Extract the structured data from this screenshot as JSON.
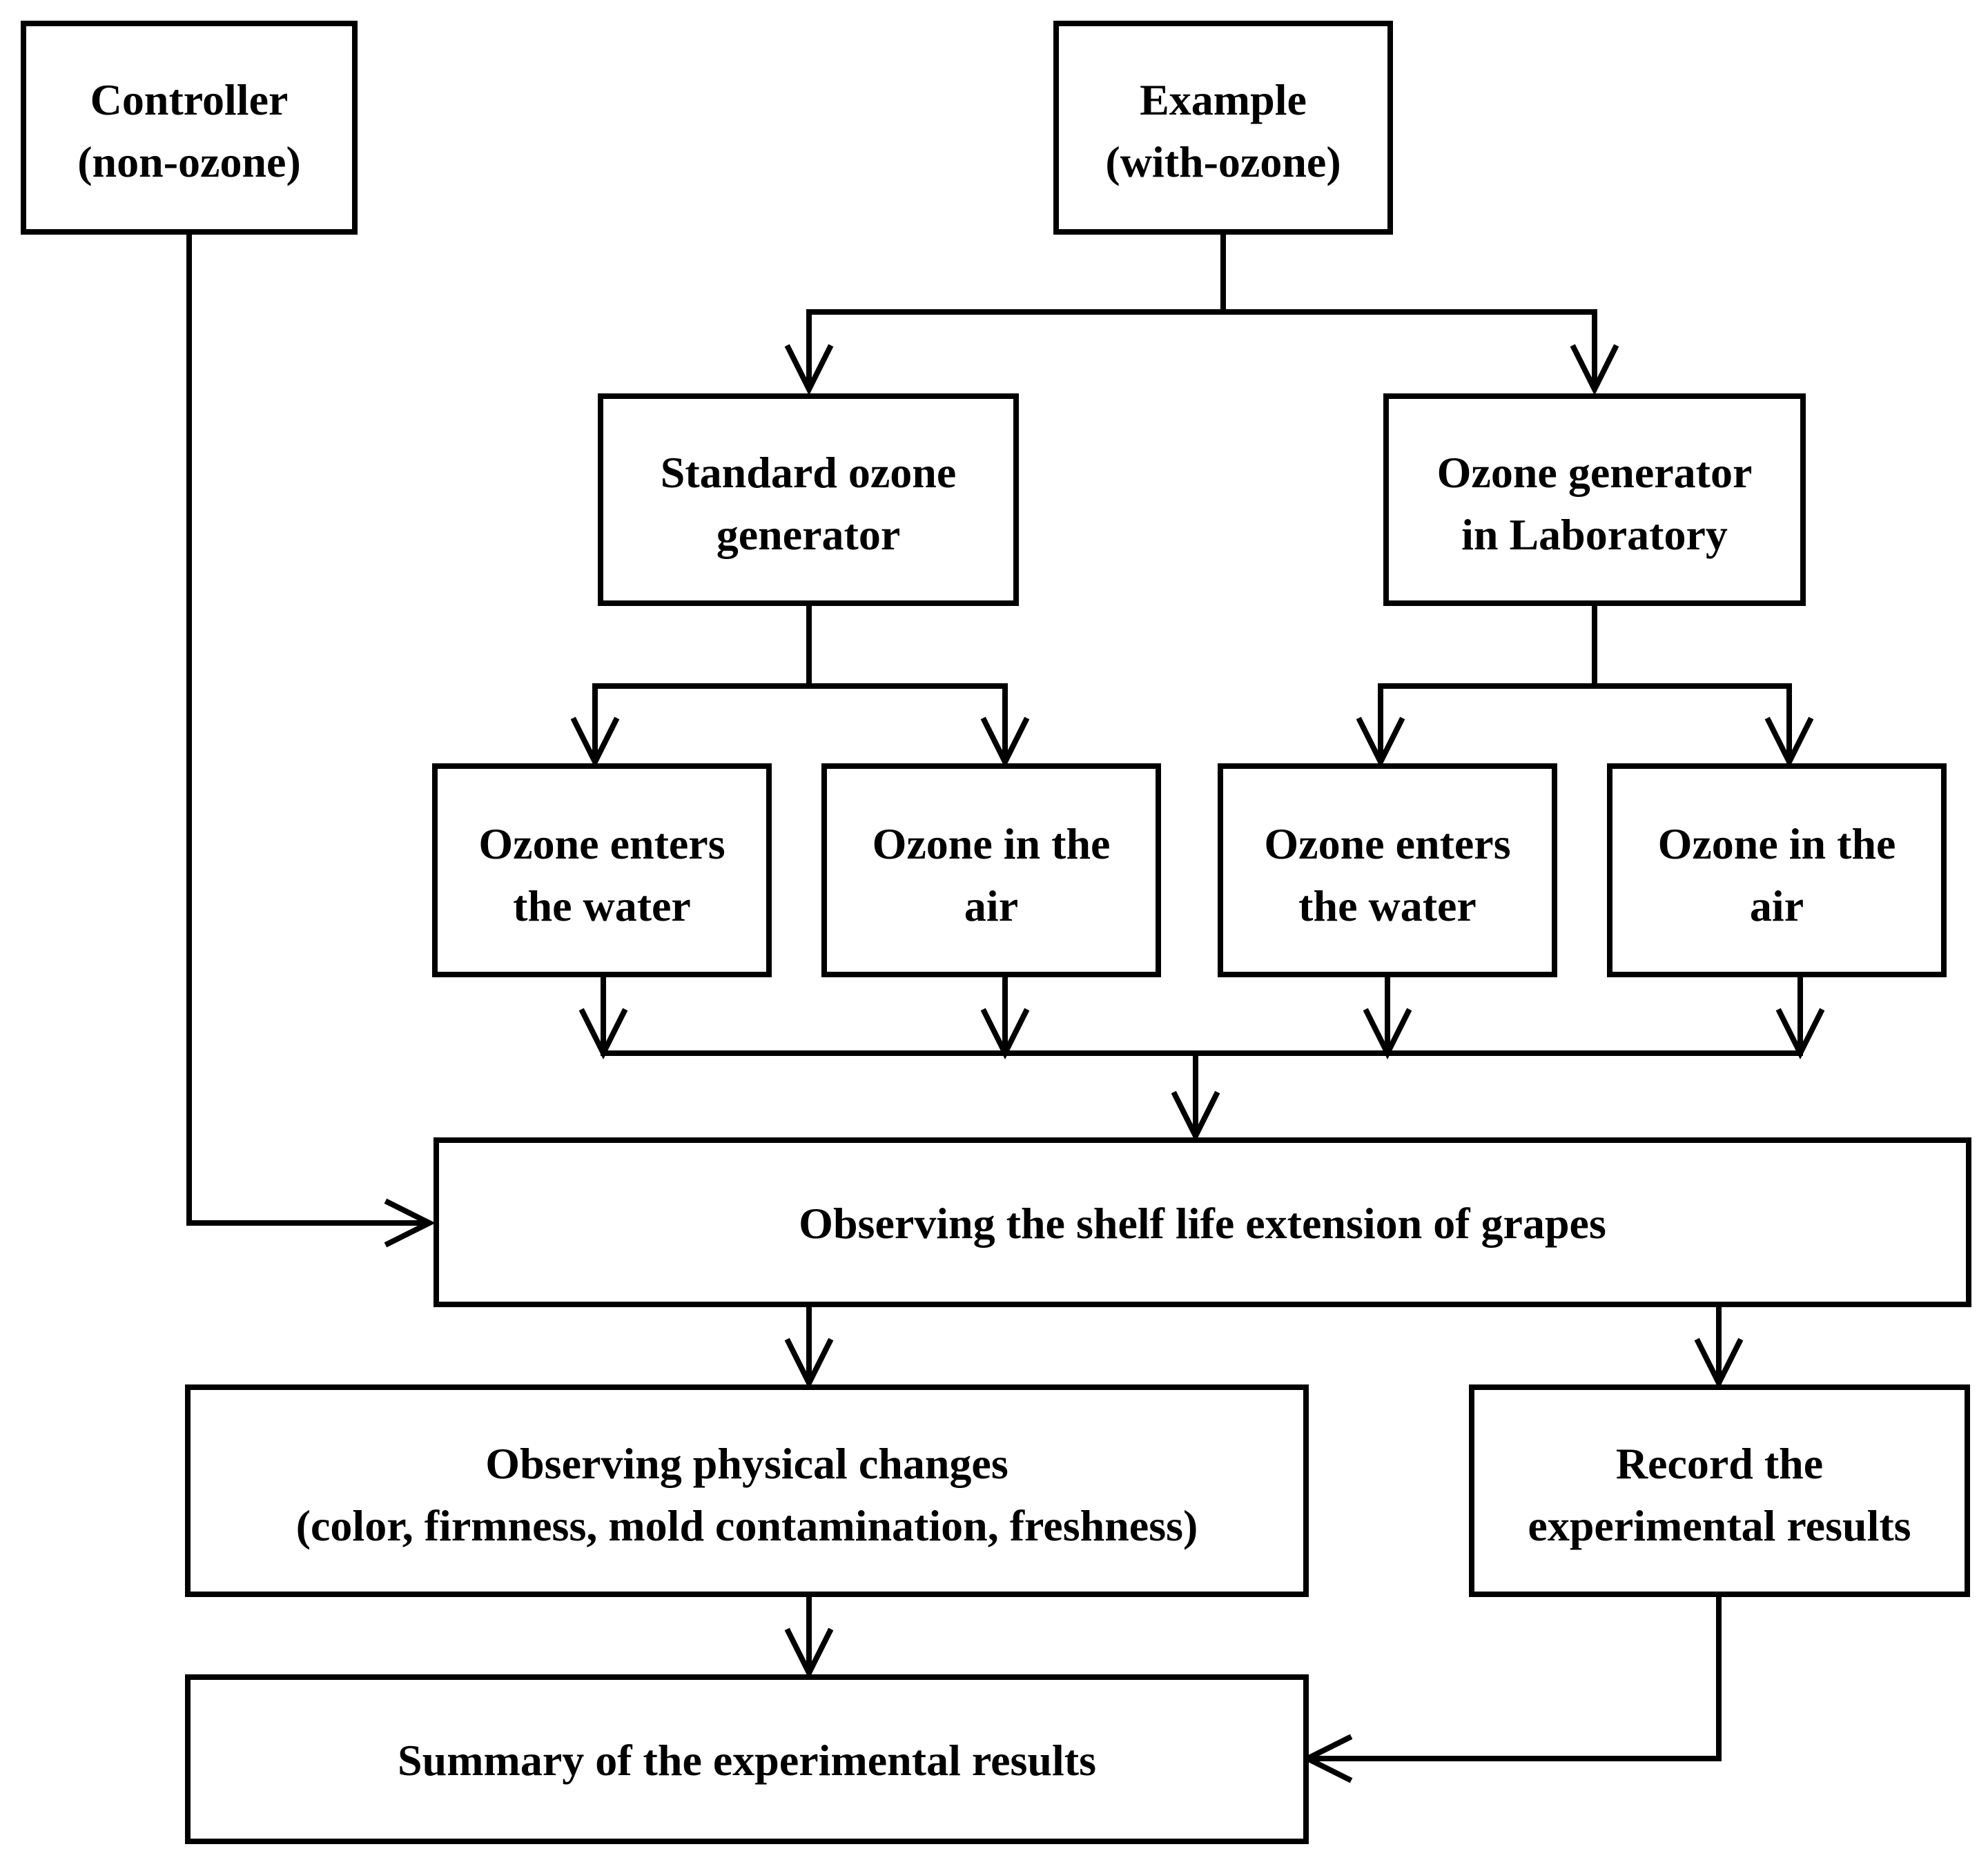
{
  "diagram": {
    "nodes": {
      "controller": {
        "line1": "Controller",
        "line2": "(non-ozone)"
      },
      "example": {
        "line1": "Example",
        "line2": "(with-ozone)"
      },
      "standard_generator": {
        "line1": "Standard ozone",
        "line2": "generator"
      },
      "lab_generator": {
        "line1": "Ozone generator",
        "line2": "in Laboratory"
      },
      "std_water": {
        "line1": "Ozone enters",
        "line2": "the water"
      },
      "std_air": {
        "line1": "Ozone in the",
        "line2": "air"
      },
      "lab_water": {
        "line1": "Ozone enters",
        "line2": "the water"
      },
      "lab_air": {
        "line1": "Ozone in the",
        "line2": "air"
      },
      "observing_shelf_life": {
        "line1": "Observing the shelf life extension of grapes"
      },
      "physical_changes": {
        "line1": "Observing physical changes",
        "line2": "(color, firmness, mold contamination, freshness)"
      },
      "record_results": {
        "line1": "Record the",
        "line2": "experimental results"
      },
      "summary": {
        "line1": "Summary of the experimental results"
      }
    }
  }
}
